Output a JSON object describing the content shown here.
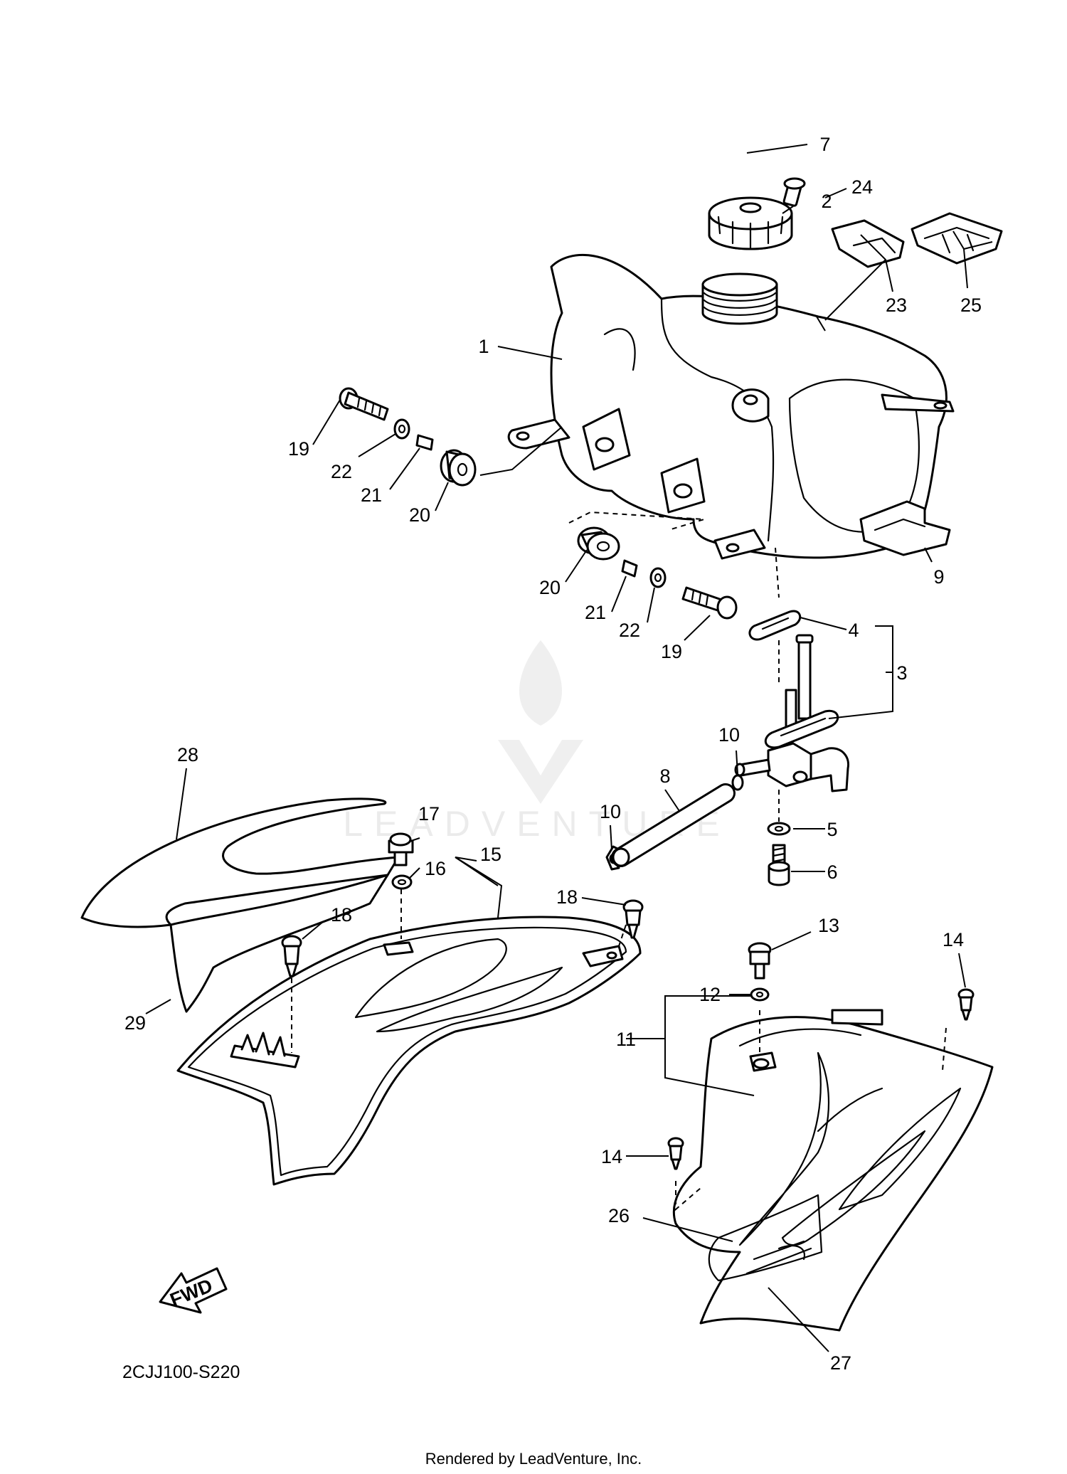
{
  "diagram": {
    "code": "2CJJ100-S220",
    "footer": "Rendered by LeadVenture, Inc.",
    "watermark": "LEADVENTURE",
    "fwd_label": "FWD"
  },
  "callouts": [
    {
      "id": "c1",
      "label": "1"
    },
    {
      "id": "c2",
      "label": "2"
    },
    {
      "id": "c3",
      "label": "3"
    },
    {
      "id": "c4",
      "label": "4"
    },
    {
      "id": "c5",
      "label": "5"
    },
    {
      "id": "c6",
      "label": "6"
    },
    {
      "id": "c7",
      "label": "7"
    },
    {
      "id": "c8",
      "label": "8"
    },
    {
      "id": "c9",
      "label": "9"
    },
    {
      "id": "c10a",
      "label": "10"
    },
    {
      "id": "c10b",
      "label": "10"
    },
    {
      "id": "c11",
      "label": "11"
    },
    {
      "id": "c12",
      "label": "12"
    },
    {
      "id": "c13",
      "label": "13"
    },
    {
      "id": "c14a",
      "label": "14"
    },
    {
      "id": "c14b",
      "label": "14"
    },
    {
      "id": "c15",
      "label": "15"
    },
    {
      "id": "c16",
      "label": "16"
    },
    {
      "id": "c17",
      "label": "17"
    },
    {
      "id": "c18a",
      "label": "18"
    },
    {
      "id": "c18b",
      "label": "18"
    },
    {
      "id": "c19a",
      "label": "19"
    },
    {
      "id": "c19b",
      "label": "19"
    },
    {
      "id": "c20a",
      "label": "20"
    },
    {
      "id": "c20b",
      "label": "20"
    },
    {
      "id": "c21a",
      "label": "21"
    },
    {
      "id": "c21b",
      "label": "21"
    },
    {
      "id": "c22a",
      "label": "22"
    },
    {
      "id": "c22b",
      "label": "22"
    },
    {
      "id": "c23",
      "label": "23"
    },
    {
      "id": "c24",
      "label": "24"
    },
    {
      "id": "c25",
      "label": "25"
    },
    {
      "id": "c26",
      "label": "26"
    },
    {
      "id": "c27",
      "label": "27"
    },
    {
      "id": "c28",
      "label": "28"
    },
    {
      "id": "c29",
      "label": "29"
    }
  ]
}
